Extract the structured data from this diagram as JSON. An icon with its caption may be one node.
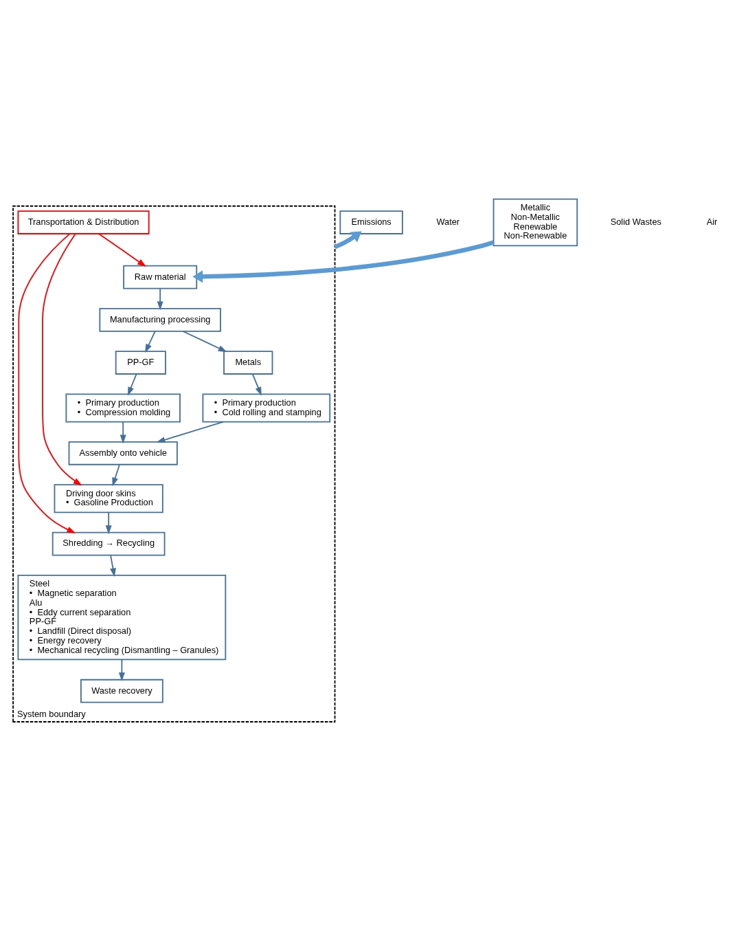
{
  "diagram": {
    "nodes": [
      {
        "text": [
          "System boundary"
        ]
      },
      {
        "text": [
          "Emissions"
        ]
      },
      {
        "text": [
          "Metallic",
          "Non-Metallic",
          "Renewable",
          "Non-Renewable"
        ]
      },
      {
        "text": [
          "Raw material"
        ],
        "in": 0
      },
      {
        "text": [
          "Manufacturing processing"
        ],
        "in": 0
      },
      {
        "text": [
          "Metals"
        ],
        "in": 0
      },
      {
        "text": [
          "PP-GF"
        ],
        "in": 0
      },
      {
        "text": [
          "•  Primary production",
          "•  Cold rolling and stamping"
        ],
        "in": 0
      },
      {
        "text": [
          "•  Primary production",
          "•  Compression molding"
        ],
        "in": 0
      },
      {
        "text": [
          "Transportation & Distribution"
        ],
        "in": 0
      },
      {
        "text": [
          "Assembly onto vehicle"
        ],
        "in": 0
      },
      {
        "text": [
          "Driving door skins",
          "•  Gasoline Production"
        ],
        "in": 0
      },
      {
        "text": [
          "Shredding → Recycling"
        ],
        "in": 0
      },
      {
        "text": [
          "Steel",
          "•  Magnetic separation",
          "Alu",
          "•  Eddy current separation",
          "PP-GF",
          "•  Landfill (Direct disposal)",
          "•  Energy recovery",
          "•  Mechanical recycling (Dismantling – Granules)"
        ],
        "in": 0
      },
      {
        "text": [
          "Waste recovery"
        ],
        "in": 0
      }
    ],
    "edges": [
      {
        "from": 0,
        "to": 1,
        "arrow": "to",
        "style": "thick",
        "color": "#5b9bd5"
      },
      {
        "from": 2,
        "to": 3,
        "arrow": "to",
        "style": "thick",
        "color": "#5b9bd5"
      },
      {
        "from": 3,
        "to": 4,
        "arrow": "to"
      },
      {
        "from": 4,
        "to": 5,
        "arrow": "to"
      },
      {
        "from": 4,
        "to": 6,
        "arrow": "to"
      },
      {
        "from": 5,
        "to": 7,
        "arrow": "to"
      },
      {
        "from": 6,
        "to": 8,
        "arrow": "to"
      },
      {
        "from": 7,
        "to": 10,
        "arrow": "to"
      },
      {
        "from": 8,
        "to": 10,
        "arrow": "to"
      },
      {
        "from": 10,
        "to": 11,
        "arrow": "to"
      },
      {
        "from": 11,
        "to": 12,
        "arrow": "to"
      },
      {
        "from": 12,
        "to": 13,
        "arrow": "to"
      },
      {
        "from": 13,
        "to": 14,
        "arrow": "to"
      },
      {
        "from": 9,
        "to": 3,
        "arrow": "to",
        "color": "#ff0000"
      },
      {
        "from": 9,
        "to": 11,
        "arrow": "to",
        "color": "#ff0000"
      },
      {
        "from": 9,
        "to": 12,
        "arrow": "to",
        "color": "#ff0000"
      }
    ],
    "labels": [
      "Water",
      "Solid Wastes",
      "Air"
    ]
  }
}
